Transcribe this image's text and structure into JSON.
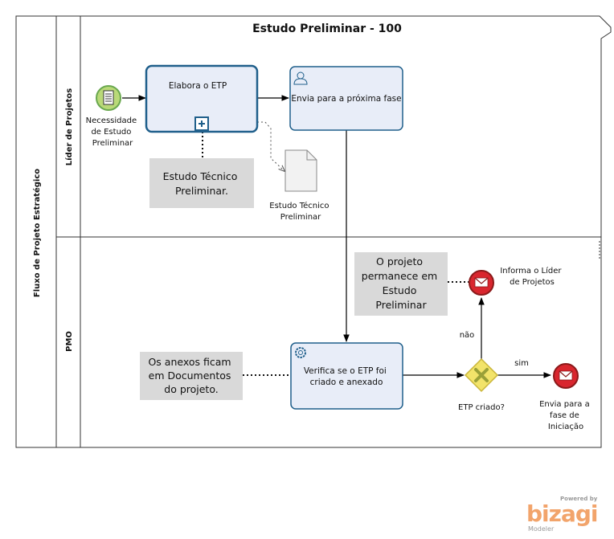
{
  "pool": {
    "title": "Estudo Preliminar - 100",
    "name": "Fluxo de Projeto Estratégico"
  },
  "lanes": [
    {
      "name": "Líder de Projetos"
    },
    {
      "name": "PMO"
    }
  ],
  "nodes": {
    "start_event": {
      "label": [
        "Necessidade",
        "de Estudo",
        "Preliminar"
      ]
    },
    "elabora_etp": {
      "label": [
        "Elabora o  ETP"
      ]
    },
    "envia_proxima": {
      "label": [
        "Envia para a próxima fase"
      ]
    },
    "doc_etp": {
      "label": [
        "Estudo Técnico",
        "Preliminar"
      ]
    },
    "annot_etp": {
      "label": [
        "Estudo Técnico",
        "Preliminar."
      ]
    },
    "verifica_etp": {
      "label": [
        "Verifica se o ETP foi",
        "criado e anexado"
      ]
    },
    "gateway": {
      "label": [
        "ETP criado?"
      ]
    },
    "annot_permanece": {
      "label": [
        "O projeto",
        "permanece em",
        "Estudo",
        "Preliminar"
      ]
    },
    "annot_anexos": {
      "label": [
        "Os anexos ficam",
        "em Documentos",
        "do projeto."
      ]
    },
    "end_informa": {
      "label": [
        "Informa o Líder",
        "de Projetos"
      ]
    },
    "end_iniciacao": {
      "label": [
        "Envia para a",
        "fase de",
        "Iniciação"
      ]
    }
  },
  "flows": {
    "nao": "não",
    "sim": "sim"
  },
  "branding": {
    "powered": "Powered by",
    "logo": "bizagi",
    "product": "Modeler"
  },
  "colors": {
    "task_fill": "#e8edf8",
    "task_stroke": "#1f5f8b",
    "start_fill": "#b9d978",
    "start_stroke": "#6aa84f",
    "end_fill": "#d9262e",
    "gateway_fill": "#f2e36a",
    "annotation_fill": "#d9d9d9"
  }
}
